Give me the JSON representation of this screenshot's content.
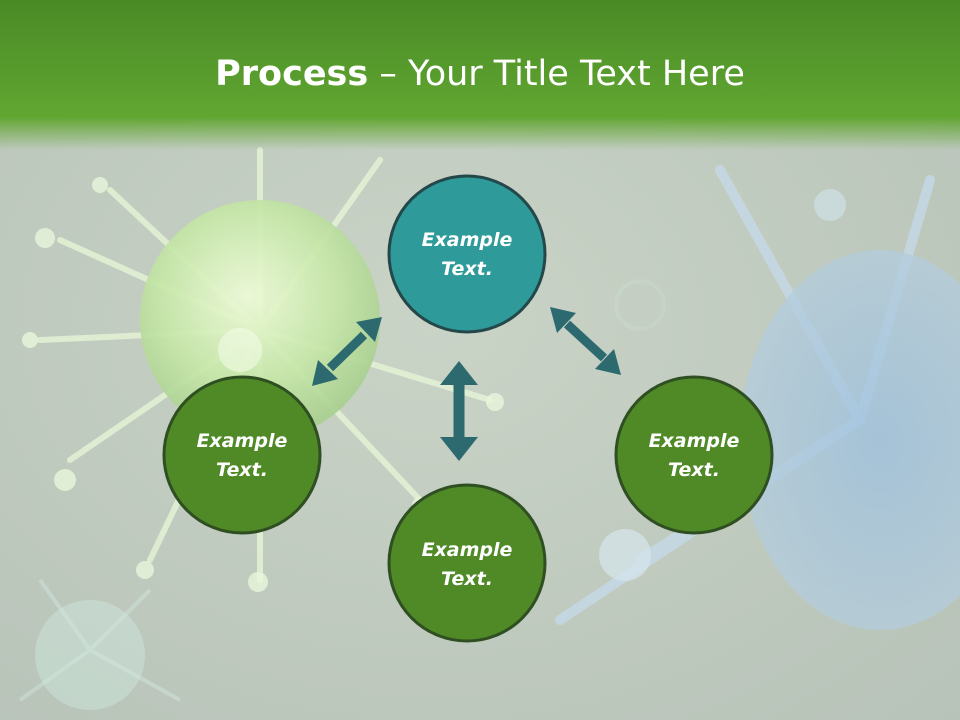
{
  "slide": {
    "title_bold": "Process",
    "title_rest": " – Your Title Text Here"
  },
  "nodes": {
    "top": {
      "line1": "Example",
      "line2": "Text."
    },
    "left": {
      "line1": "Example",
      "line2": "Text."
    },
    "right": {
      "line1": "Example",
      "line2": "Text."
    },
    "bottom": {
      "line1": "Example",
      "line2": "Text."
    }
  },
  "colors": {
    "header_green": "#5a9e2e",
    "top_node_fill": "#2e9a9a",
    "node_fill": "#4f8a26",
    "node_stroke": "#2f4f23",
    "arrow": "#2c6a70"
  }
}
